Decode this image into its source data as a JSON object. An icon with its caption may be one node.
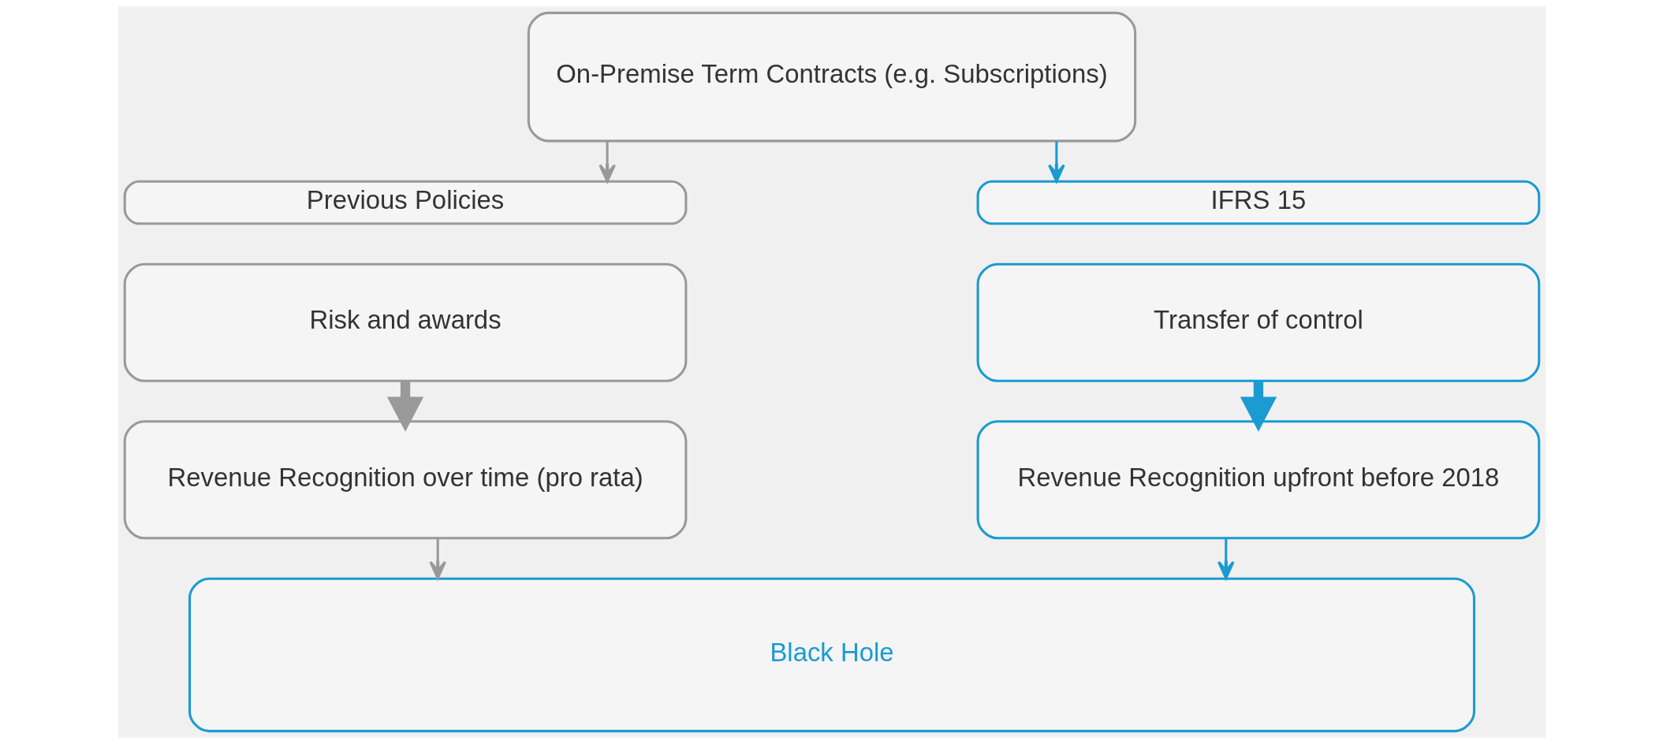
{
  "diagram": {
    "nodes": [
      {
        "text": [
          "On-Premise Term Contracts (e.g. Subscriptions)"
        ]
      },
      {
        "text": [
          "Previous Policies"
        ]
      },
      {
        "text": [
          "IFRS 15"
        ]
      },
      {
        "text": [
          "Risk and awards"
        ]
      },
      {
        "text": [
          "Revenue Recognition over time (pro rata)"
        ]
      },
      {
        "text": [
          "Transfer of control"
        ]
      },
      {
        "text": [
          "Revenue Recognition upfront before 2018"
        ]
      },
      {
        "text": [
          "Black Hole"
        ]
      }
    ],
    "edges": [
      {
        "from": 0,
        "to": 1,
        "arrow": "to",
        "color": "#999999"
      },
      {
        "from": 0,
        "to": 2,
        "arrow": "to",
        "color": "#1a9bd1"
      },
      {
        "from": 3,
        "to": 4,
        "arrow": "to",
        "style": "thick",
        "color": "#999999"
      },
      {
        "from": 5,
        "to": 6,
        "arrow": "to",
        "style": "thick",
        "color": "#1a9bd1"
      },
      {
        "from": 4,
        "to": 7,
        "arrow": "to",
        "color": "#999999"
      },
      {
        "from": 6,
        "to": 7,
        "arrow": "to",
        "color": "#1a9bd1"
      }
    ]
  }
}
